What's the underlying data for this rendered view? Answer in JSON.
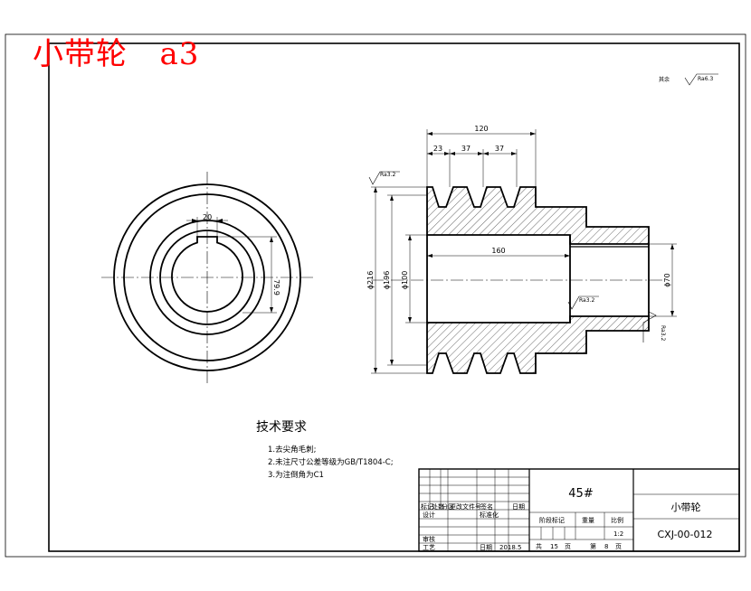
{
  "title": {
    "part_name": "小带轮",
    "paper_size": "a3"
  },
  "views": {
    "side": {
      "keyway_width": "20",
      "key_depth": "79.9"
    },
    "section": {
      "overall_length": "120",
      "groove_dims": [
        "23",
        "37",
        "37"
      ],
      "bore_length": "160",
      "dia_outer": "ϕ216",
      "dia_groove": "ϕ196",
      "dia_bore": "ϕ100",
      "dia_shaft": "ϕ70",
      "roughness_left": "Ra3.2",
      "roughness_bore": "Ra3.2",
      "roughness_right": "Ra3.2"
    },
    "surface_finish_note": {
      "label": "其余",
      "value": "Ra6.3"
    }
  },
  "technical_requirements": {
    "heading": "技术要求",
    "items": [
      "1.去尖角毛刺;",
      "2.未注尺寸公差等级为GB/T1804-C;",
      "3.为注倒角为C1"
    ]
  },
  "title_block": {
    "material": "45#",
    "part_name": "小带轮",
    "drawing_number": "CXJ-00-012",
    "scale": "1:2",
    "revision_headers": [
      "标记",
      "处数",
      "分区",
      "更改文件号",
      "签名",
      "日期"
    ],
    "row_labels": [
      "设计",
      "标准化",
      "审核",
      "工艺",
      "日期"
    ],
    "stage_label": "阶段标记",
    "weight_label": "重量",
    "scale_label": "比例",
    "date": "2018.5",
    "sheets_total_label": "共",
    "sheets_total": "15",
    "sheet_number_label": "第",
    "sheet_number": "8",
    "sheet_unit": "页"
  }
}
